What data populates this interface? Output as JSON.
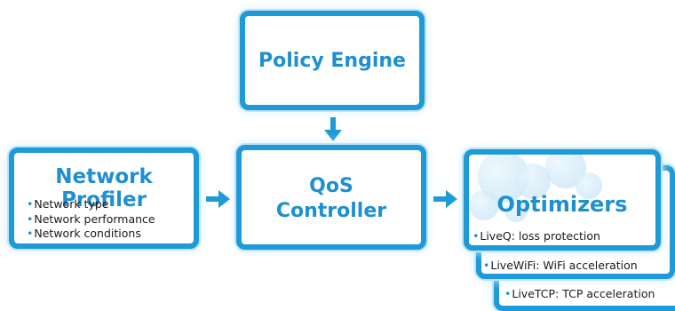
{
  "policy_engine": {
    "title": "Policy Engine"
  },
  "qos_controller": {
    "title_line1": "QoS",
    "title_line2": "Controller"
  },
  "network_profiler": {
    "title": "Network Profiler",
    "items": [
      "Network type",
      "Network performance",
      "Network conditions"
    ]
  },
  "optimizers": {
    "title": "Optimizers",
    "items": [
      "LiveQ: loss protection",
      "LiveWiFi: WiFi acceleration",
      "LiveTCP: TCP acceleration"
    ]
  },
  "colors": {
    "accent": "#1e9ad7",
    "text": "#1a1a1a"
  }
}
